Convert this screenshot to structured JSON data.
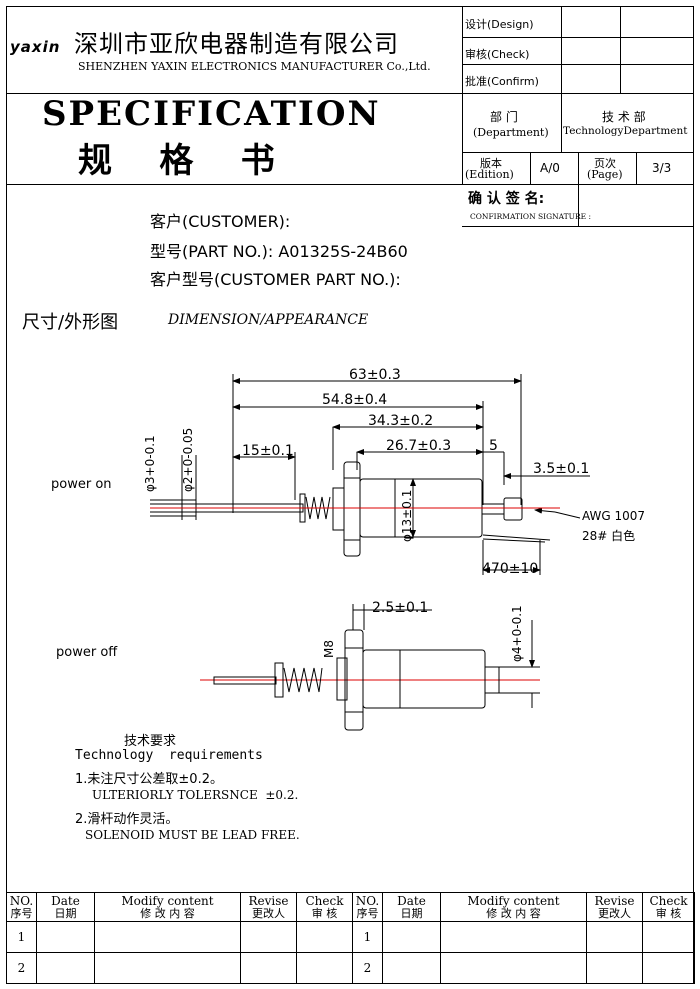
{
  "header": {
    "logo": "yaxin",
    "company_cn": "深圳市亚欣电器制造有限公司",
    "company_en": "SHENZHEN YAXIN ELECTRONICS MANUFACTURER Co.,Ltd.",
    "approval_labels": [
      "设计(Design)",
      "审核(Check)",
      "批准(Confirm)"
    ],
    "title_en": "SPECIFICATION",
    "title_cn": "规    格    书",
    "department_label": "部  门\n(Department)",
    "department_cn_label": "部  门",
    "department_en_label": "(Department)",
    "department_value_cn": "技 术 部",
    "department_value_en": "TechnologyDepartment",
    "edition_cn": "版本",
    "edition_en": "(Edition)",
    "edition_value": "A/0",
    "page_cn": "页次",
    "page_en": "(Page)",
    "page_value": "3/3",
    "confirm_cn": "确 认 签 名:",
    "confirm_en": "CONFIRMATION SIGNATURE :"
  },
  "info": {
    "customer_label": "客户(CUSTOMER):",
    "part_label": "型号(PART NO.): A01325S-24B60",
    "customer_part_label": "客户型号(CUSTOMER PART NO.):"
  },
  "section": {
    "title_cn": "尺寸/外形图",
    "title_en": "DIMENSION/APPEARANCE"
  },
  "drawing": {
    "power_on": "power on",
    "power_off": "power off",
    "dim_63": "63±0.3",
    "dim_548": "54.8±0.4",
    "dim_343": "34.3±0.2",
    "dim_267": "26.7±0.3",
    "dim_5": "5",
    "dim_15": "15±0.1",
    "dim_35": "3.5±0.1",
    "dim_phi3": "φ3+0-0.1",
    "dim_phi2": "φ2+0-0.05",
    "dim_phi13": "φ13±0.1",
    "dim_470": "470±10",
    "wire_1": "AWG 1007",
    "wire_2": "28# 白色",
    "dim_25": "2.5±0.1",
    "dim_m8": "M8",
    "dim_phi4": "φ4+0-0.1"
  },
  "requirements": {
    "title_cn": "技术要求",
    "title_en": "Technology  requirements",
    "item1_cn": "1.未注尺寸公差取±0.2。",
    "item1_en": "ULTERIORLY TOLERSNCE  ±0.2.",
    "item2_cn": "2.滑杆动作灵活。",
    "item2_en": "SOLENOID MUST BE LEAD FREE."
  },
  "revision_table": {
    "headers": [
      {
        "en": "NO.",
        "cn": "序号"
      },
      {
        "en": "Date",
        "cn": "日期"
      },
      {
        "en": "Modify content",
        "cn": "修 改 内 容"
      },
      {
        "en": "Revise",
        "cn": "更改人"
      },
      {
        "en": "Check",
        "cn": "审  核"
      },
      {
        "en": "NO.",
        "cn": "序号"
      },
      {
        "en": "Date",
        "cn": "日期"
      },
      {
        "en": "Modify content",
        "cn": "修 改 内 容"
      },
      {
        "en": "Revise",
        "cn": "更改人"
      },
      {
        "en": "Check",
        "cn": "审  核"
      }
    ],
    "rows": [
      [
        "1",
        "1"
      ],
      [
        "2",
        "2"
      ]
    ]
  }
}
